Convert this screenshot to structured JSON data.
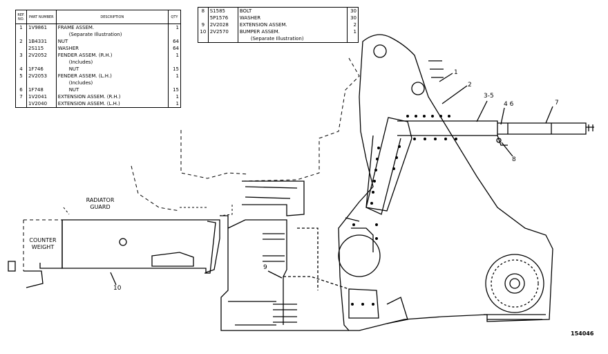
{
  "parts_table_left": {
    "headers": {
      "ref": "REF. NO.",
      "part": "PART NUMBER",
      "description": "DESCRIPTION",
      "qty": "QTY"
    },
    "rows": [
      {
        "ref": "1",
        "part": "1V9861",
        "desc": "FRAME ASSEM.",
        "qty": "1"
      },
      {
        "ref": "",
        "part": "",
        "desc": "(Separate Illustration)",
        "qty": "",
        "sub": true
      },
      {
        "ref": "2",
        "part": "1B4331",
        "desc": "NUT",
        "qty": "64"
      },
      {
        "ref": "",
        "part": "2S115",
        "desc": "WASHER",
        "qty": "64"
      },
      {
        "ref": "3",
        "part": "2V2052",
        "desc": "FENDER ASSEM.          (R.H.)",
        "qty": "1"
      },
      {
        "ref": "",
        "part": "",
        "desc": "(Includes)",
        "qty": "",
        "sub": true
      },
      {
        "ref": "4",
        "part": "1F746",
        "desc": "NUT",
        "qty": "15",
        "sub": true
      },
      {
        "ref": "5",
        "part": "2V2053",
        "desc": "FENDER ASSEM.          (L.H.)",
        "qty": "1"
      },
      {
        "ref": "",
        "part": "",
        "desc": "(Includes)",
        "qty": "",
        "sub": true
      },
      {
        "ref": "6",
        "part": "1F748",
        "desc": "NUT",
        "qty": "15",
        "sub": true
      },
      {
        "ref": "7",
        "part": "1V2041",
        "desc": "EXTENSION ASSEM.          (R.H.)",
        "qty": "1"
      },
      {
        "ref": "",
        "part": "1V2040",
        "desc": "EXTENSION ASSEM.          (L.H.)",
        "qty": "1"
      }
    ]
  },
  "parts_table_right": {
    "rows": [
      {
        "ref": "8",
        "part": "S1585",
        "desc": "BOLT",
        "qty": "30"
      },
      {
        "ref": "",
        "part": "5P1576",
        "desc": "WASHER",
        "qty": "30"
      },
      {
        "ref": "9",
        "part": "2V2028",
        "desc": "EXTENSION ASSEM.",
        "qty": "2"
      },
      {
        "ref": "10",
        "part": "2V2570",
        "desc": "BUMPER ASSEM.",
        "qty": "1"
      },
      {
        "ref": "",
        "part": "",
        "desc": "(Separate Illustration)",
        "qty": "",
        "sub": true
      }
    ]
  },
  "labels": {
    "radiator_guard": "RADIATOR GUARD",
    "counterweight": "COUNTER WEIGHT"
  },
  "callouts": [
    "1",
    "2",
    "3-5",
    "4 6",
    "7",
    "8",
    "9",
    "10"
  ],
  "drawing_number": "154046"
}
